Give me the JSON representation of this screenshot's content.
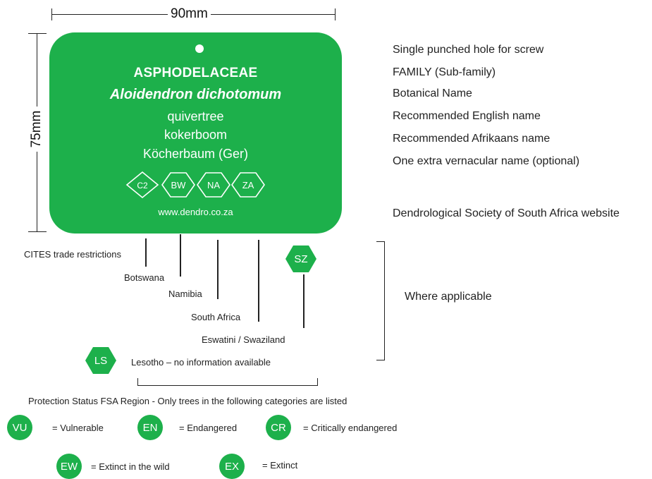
{
  "dimensions": {
    "width_label": "90mm",
    "height_label": "75mm"
  },
  "tag": {
    "family": "ASPHODELACEAE",
    "botanical_name": "Aloidendron dichotomum",
    "english_name": "quivertree",
    "afrikaans_name": "kokerboom",
    "extra_name": "Köcherbaum (Ger)",
    "badges": [
      "C2",
      "BW",
      "NA",
      "ZA"
    ],
    "website": "www.dendro.co.za"
  },
  "annotations": [
    "Single punched hole for screw",
    "FAMILY (Sub-family)",
    "Botanical Name",
    "Recommended English name",
    "Recommended Afrikaans name",
    "One extra vernacular name (optional)",
    "Dendrological Society of South Africa website"
  ],
  "callouts": {
    "cites": "CITES trade restrictions",
    "botswana": "Botswana",
    "namibia": "Namibia",
    "south_africa": "South Africa",
    "eswatini": "Eswatini / Swaziland",
    "sz_badge": "SZ",
    "ls_badge": "LS",
    "lesotho": "Lesotho – no information  available",
    "where_applicable": "Where applicable"
  },
  "protection": {
    "heading": "Protection  Status FSA  Region - Only trees in  the following categories are listed",
    "statuses": [
      {
        "code": "VU",
        "label": "= Vulnerable"
      },
      {
        "code": "EN",
        "label": "= Endangered"
      },
      {
        "code": "CR",
        "label": "= Critically endangered"
      },
      {
        "code": "EW",
        "label": "= Extinct in the wild"
      },
      {
        "code": "EX",
        "label": "= Extinct"
      }
    ]
  },
  "colors": {
    "accent": "#1db04b"
  }
}
